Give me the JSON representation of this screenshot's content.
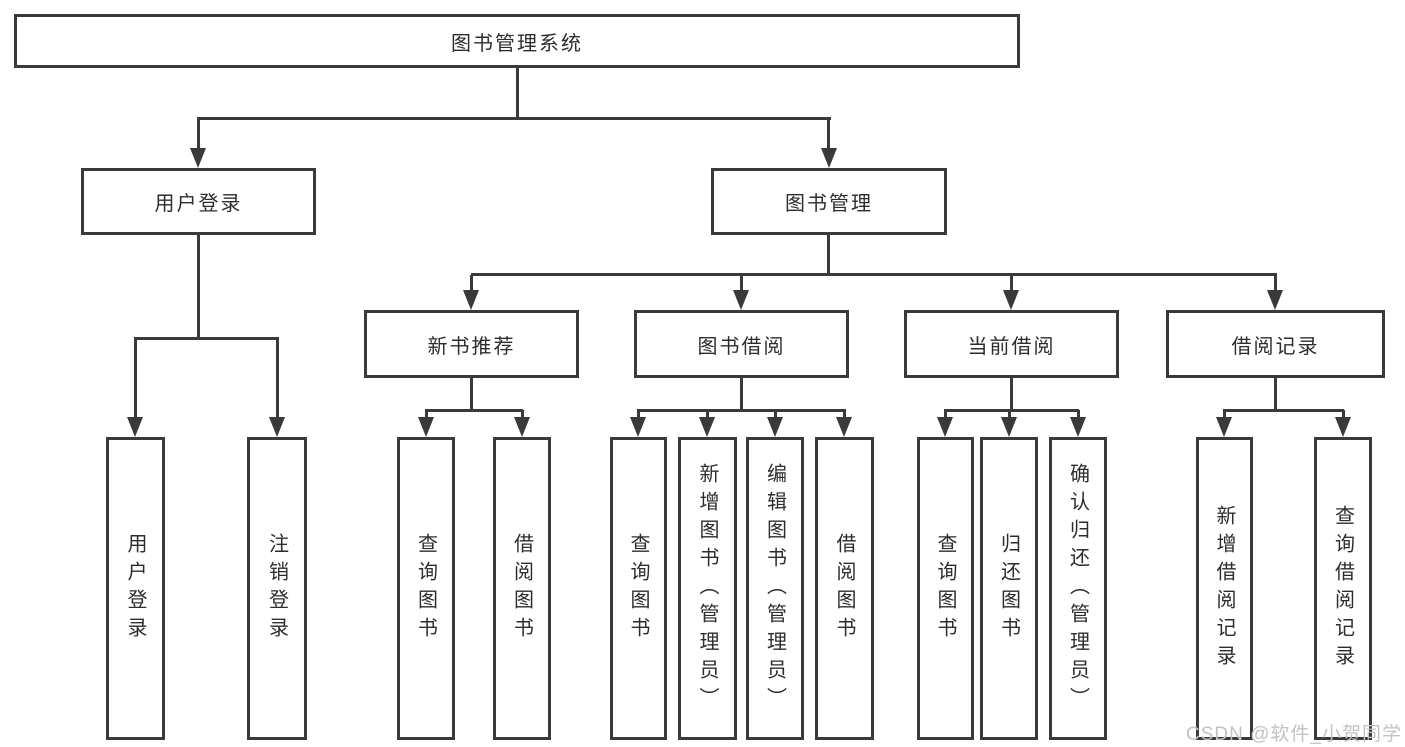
{
  "diagram": {
    "root_label": "图书管理系统",
    "level2": {
      "user_login": "用户登录",
      "book_management": "图书管理"
    },
    "level3": {
      "new_book_recommend": "新书推荐",
      "book_borrowing": "图书借阅",
      "current_borrowing": "当前借阅",
      "borrowing_records": "借阅记录"
    },
    "leaves": {
      "user_login": [
        "用户登录",
        "注销登录"
      ],
      "new_book_recommend": [
        "查询图书",
        "借阅图书"
      ],
      "book_borrowing": [
        "查询图书",
        "新增图书（管理员）",
        "编辑图书（管理员）",
        "借阅图书"
      ],
      "current_borrowing": [
        "查询图书",
        "归还图书",
        "确认归还（管理员）"
      ],
      "borrowing_records": [
        "新增借阅记录",
        "查询借阅记录"
      ]
    }
  },
  "colors": {
    "line": "#3a3a3a",
    "text": "#2d2d2d",
    "watermark_text": "#c3c3c3"
  },
  "watermark": "CSDN @软件_小贺同学"
}
